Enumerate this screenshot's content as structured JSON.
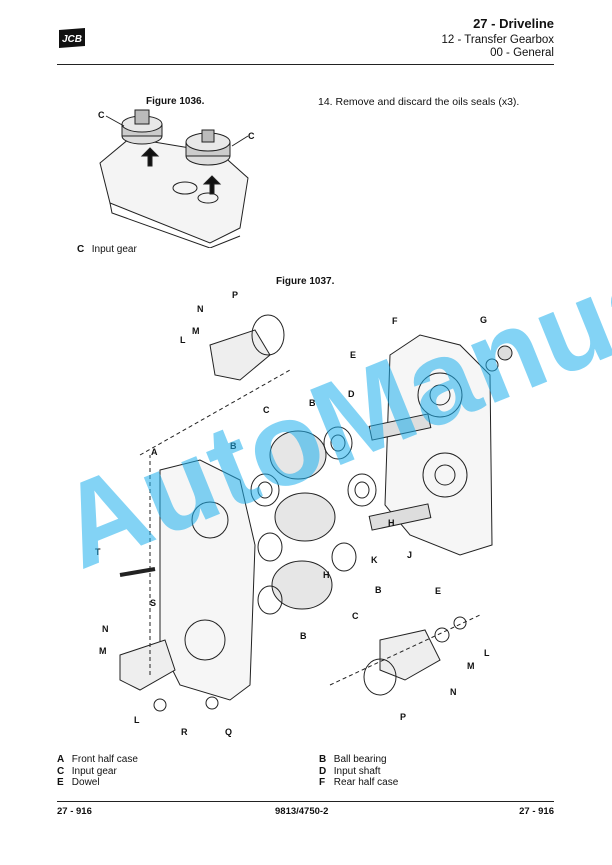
{
  "header": {
    "brand": "JCB",
    "title": "27 - Driveline",
    "subtitle1": "12 - Transfer Gearbox",
    "subtitle2": "00 - General"
  },
  "figure1036": {
    "caption": "Figure 1036.",
    "callouts": [
      "C",
      "C"
    ],
    "legend": [
      {
        "key": "C",
        "text": "Input gear"
      }
    ]
  },
  "step": "14. Remove and discard the oils seals (x3).",
  "figure1037": {
    "caption": "Figure 1037.",
    "callouts": [
      "N",
      "P",
      "M",
      "L",
      "E",
      "F",
      "G",
      "D",
      "C",
      "B",
      "B",
      "A",
      "T",
      "S",
      "H",
      "J",
      "K",
      "B",
      "E",
      "H",
      "C",
      "B",
      "N",
      "M",
      "L",
      "R",
      "Q",
      "M",
      "L",
      "N",
      "P"
    ]
  },
  "legend": {
    "left": [
      {
        "key": "A",
        "text": "Front half case"
      },
      {
        "key": "C",
        "text": "Input gear"
      },
      {
        "key": "E",
        "text": "Dowel"
      }
    ],
    "right": [
      {
        "key": "B",
        "text": "Ball bearing"
      },
      {
        "key": "D",
        "text": "Input shaft"
      },
      {
        "key": "F",
        "text": "Rear half case"
      }
    ]
  },
  "footer": {
    "left": "27 - 916",
    "center": "9813/4750-2",
    "right": "27 - 916"
  },
  "watermark": "AutoManual"
}
